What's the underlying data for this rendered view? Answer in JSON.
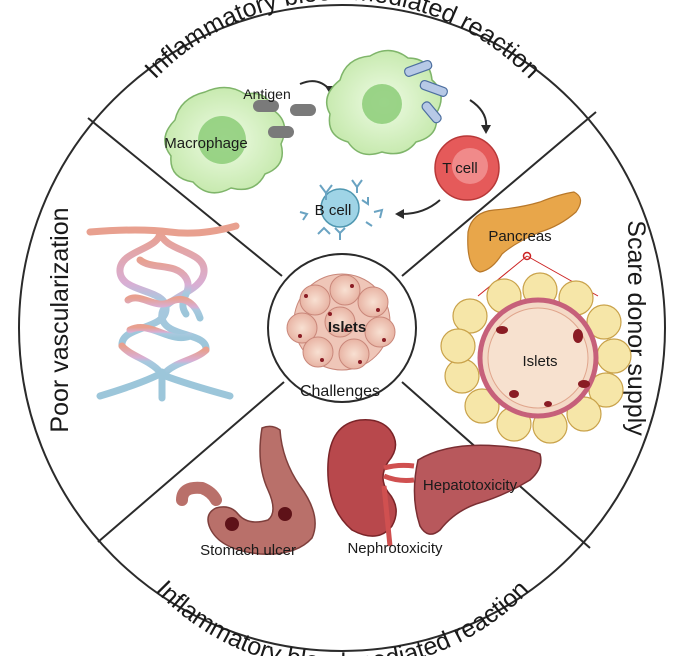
{
  "center": {
    "title": "Islets",
    "subtitle": "Challenges"
  },
  "sections": {
    "top": {
      "heading": "Inflammatory blood mediated reaction",
      "labels": {
        "antigen": "Antigen",
        "macrophage": "Macrophage",
        "t_cell": "T cell",
        "b_cell": "B cell"
      }
    },
    "right": {
      "heading": "Scare donor supply",
      "labels": {
        "pancreas": "Pancreas",
        "islets": "Islets"
      }
    },
    "bottom": {
      "heading": "Inflammatory blood mediated reaction",
      "labels": {
        "stomach": "Stomach ulcer",
        "kidney": "Nephrotoxicity",
        "liver": "Hepatotoxicity"
      }
    },
    "left": {
      "heading": "Poor vascularization"
    }
  },
  "colors": {
    "outline": "#2b2b2b",
    "macrophage": "#d6f0c6",
    "t_cell": "#e55a5a",
    "b_cell": "#9fd4e6",
    "pancreas": "#e8a64a",
    "islet_cell": "#f6e6a8",
    "vessel_red": "#e7a08f",
    "vessel_blue": "#9cc6da",
    "organ_red": "#b8484c"
  }
}
